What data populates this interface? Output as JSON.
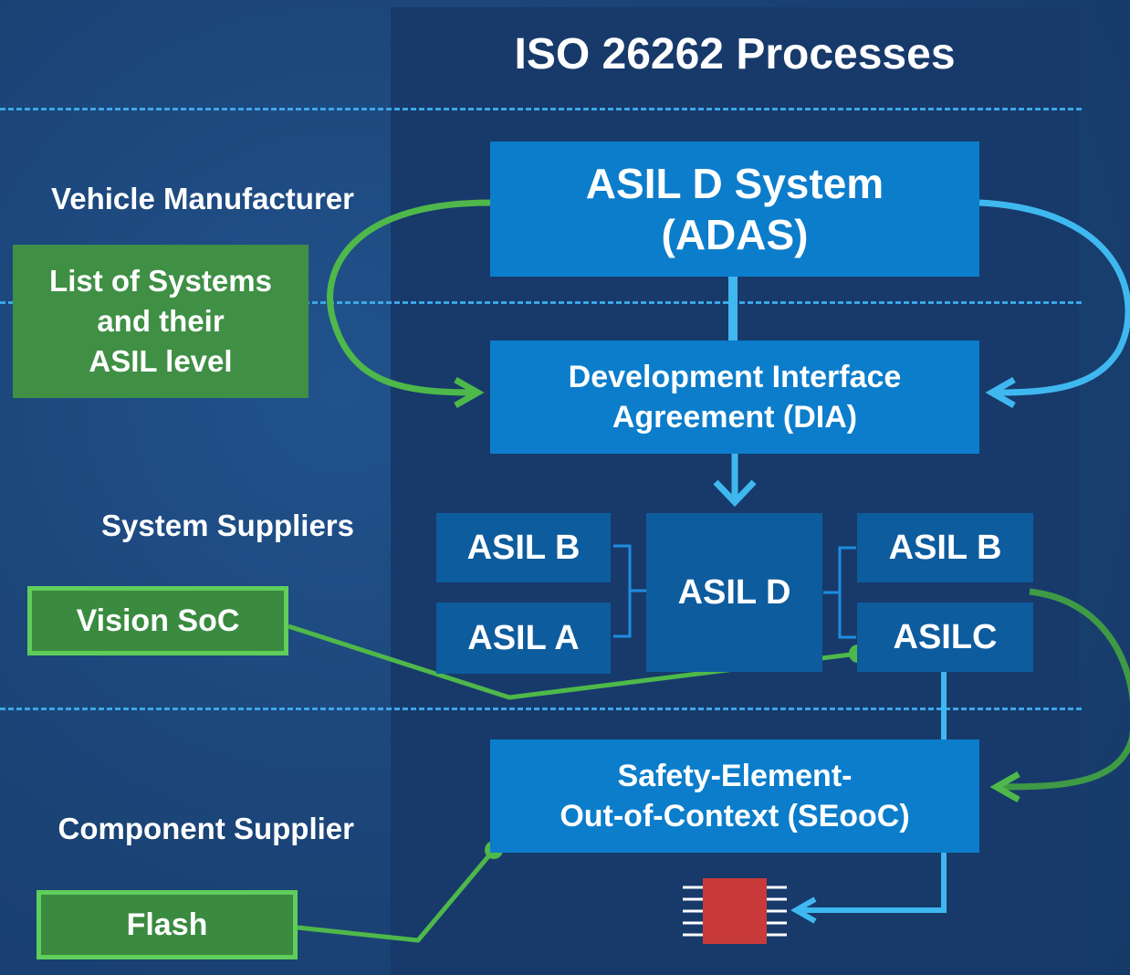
{
  "title": "ISO 26262 Processes",
  "rows": {
    "vehicle_manufacturer": "Vehicle Manufacturer",
    "system_suppliers": "System Suppliers",
    "component_supplier": "Component Supplier"
  },
  "left_boxes": {
    "list_of_systems": "List of Systems\nand their\nASIL level",
    "vision_soc": "Vision SoC",
    "flash": "Flash"
  },
  "process_boxes": {
    "asil_d_system": "ASIL D System\n(ADAS)",
    "dia": "Development Interface\nAgreement (DIA)",
    "seooc": "Safety-Element-\nOut-of-Context (SEooC)"
  },
  "asil_blocks": {
    "left_top": "ASIL B",
    "left_bottom": "ASIL A",
    "center": "ASIL D",
    "right_top": "ASIL B",
    "right_bottom": "ASILC"
  },
  "colors": {
    "background": "#1b4477",
    "panel": "#173a6b",
    "process_box": "#0b7dcb",
    "asil_box": "#0d5c9e",
    "green_box": "#3f8f45",
    "green_arrow": "#4fb84a",
    "blue_arrow": "#3fb8f0",
    "chip": "#c93a3a"
  },
  "icons": {
    "chip": "chip-icon"
  }
}
